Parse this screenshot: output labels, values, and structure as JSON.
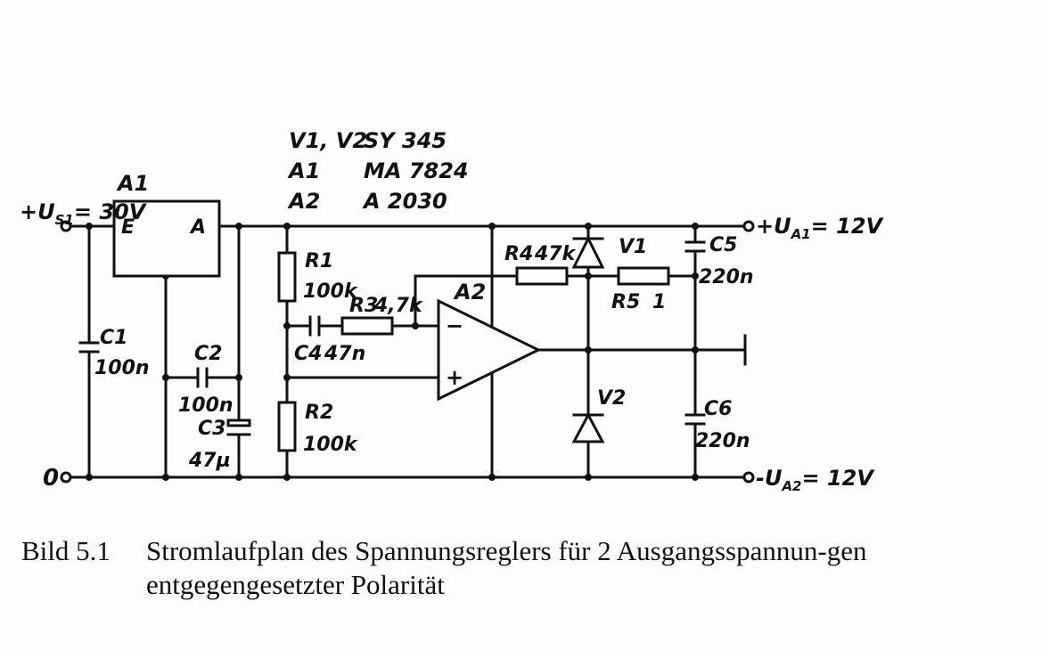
{
  "parts_list": {
    "row1": {
      "ref": "V1, V2",
      "type": "SY 345"
    },
    "row2": {
      "ref": "A1",
      "type": "MA 7824"
    },
    "row3": {
      "ref": "A2",
      "type": "A 2030"
    }
  },
  "terminals": {
    "input": "+U",
    "input_sub": "S1",
    "input_value": "= 30V",
    "ground": "0",
    "out_pos": "+U",
    "out_pos_sub": "A1",
    "out_pos_value": "= 12V",
    "out_neg": "-U",
    "out_neg_sub": "A2",
    "out_neg_value": "= 12V"
  },
  "a1": {
    "name": "A1",
    "in_pin": "E",
    "out_pin": "A"
  },
  "a2": {
    "name": "A2",
    "minus": "−",
    "plus": "+"
  },
  "components": {
    "c1": {
      "ref": "C1",
      "value": "100n"
    },
    "c2": {
      "ref": "C2",
      "value": "100n"
    },
    "c3": {
      "ref": "C3",
      "value": "47µ"
    },
    "r1": {
      "ref": "R1",
      "value": "100k"
    },
    "r2": {
      "ref": "R2",
      "value": "100k"
    },
    "r3": {
      "ref": "R3",
      "value": "4,7k"
    },
    "c4": {
      "ref": "C4",
      "value": "47n"
    },
    "r4": {
      "ref": "R4",
      "value": "47k"
    },
    "r5": {
      "ref": "R5",
      "value": "1"
    },
    "v1": {
      "ref": "V1"
    },
    "v2": {
      "ref": "V2"
    },
    "c5": {
      "ref": "C5",
      "value": "220n"
    },
    "c6": {
      "ref": "C6",
      "value": "220n"
    }
  },
  "caption": {
    "number": "Bild 5.1",
    "text": "Stromlaufplan des Spannungsreglers für 2 Ausgangsspannun-gen entgegengesetzter Polarität"
  }
}
